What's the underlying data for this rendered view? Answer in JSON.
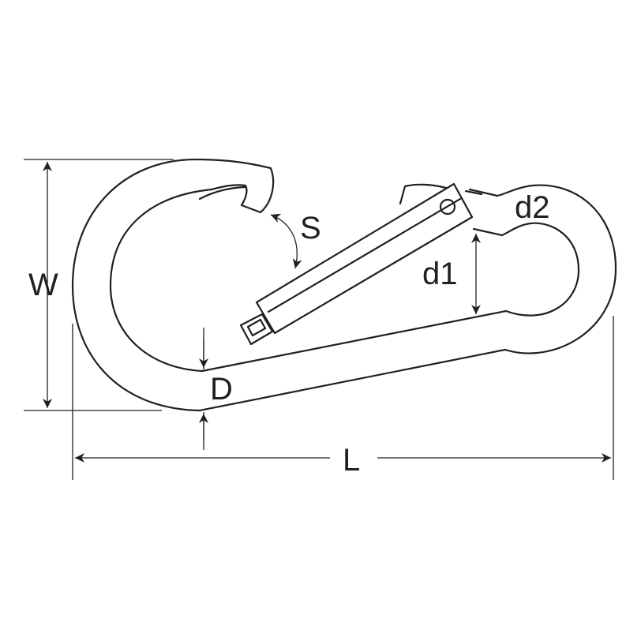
{
  "dimensions": {
    "width_label": "W",
    "length_label": "L",
    "thickness_label": "D",
    "opening_label": "S",
    "eye_inner_label": "d1",
    "eye_outer_label": "d2"
  },
  "colors": {
    "line": "#231f20",
    "background": "#ffffff"
  }
}
